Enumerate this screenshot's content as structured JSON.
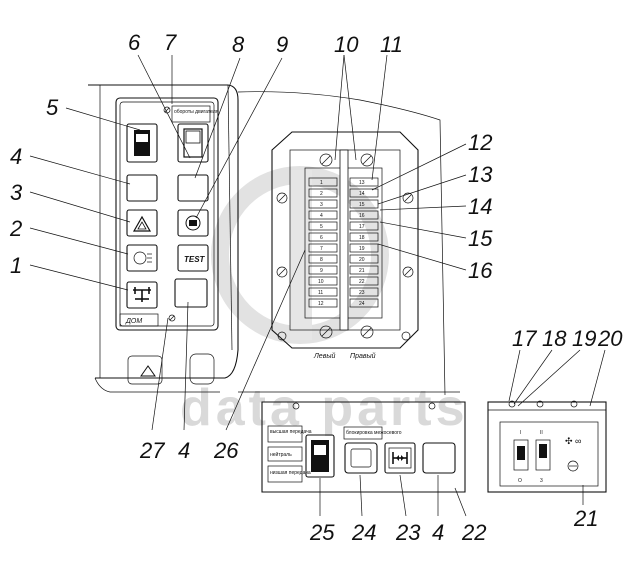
{
  "callouts": [
    "1",
    "2",
    "3",
    "4",
    "5",
    "6",
    "7",
    "8",
    "9",
    "10",
    "11",
    "12",
    "13",
    "14",
    "15",
    "16",
    "17",
    "18",
    "19",
    "20",
    "21",
    "22",
    "23",
    "24",
    "25",
    "26",
    "27"
  ],
  "repeated_callouts": {
    "four_mid": "4",
    "four_bottom": "4",
    "four_bottom_right": "4",
    "ten_b": "10"
  },
  "left_panel": {
    "header_label": "обороты двигателя",
    "footer_label": "ДОМ",
    "test_label": "TEST"
  },
  "fuse_box": {
    "left_label": "Левый",
    "right_label": "Правый",
    "left_fuse_numbers": [
      "1",
      "2",
      "3",
      "4",
      "5",
      "6",
      "7",
      "8",
      "9",
      "10",
      "11",
      "12"
    ],
    "right_fuse_numbers": [
      "13",
      "14",
      "15",
      "16",
      "17",
      "18",
      "19",
      "20",
      "21",
      "22",
      "23",
      "24"
    ]
  },
  "bottom_panel": {
    "gear_labels": [
      "высшая передача",
      "нейтраль",
      "низшая передача"
    ],
    "header_label": "блокировка межосевого"
  },
  "right_box": {
    "labels": [
      "I",
      "II",
      "O",
      "3"
    ]
  },
  "watermark": "data parts"
}
